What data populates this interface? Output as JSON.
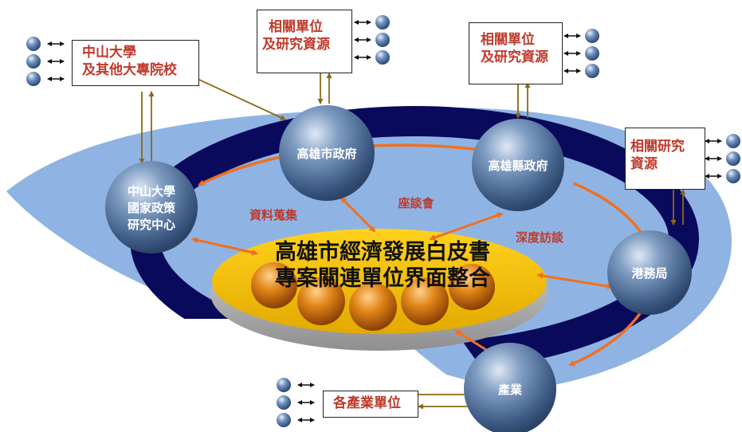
{
  "nodes": {
    "nsysu_center": [
      "中山大學",
      "國家政策",
      "研究中心"
    ],
    "kaohsiung_city": "高雄市政府",
    "kaohsiung_county": "高雄縣政府",
    "port_bureau": "港務局",
    "industry": "產業"
  },
  "center": {
    "line1": "高雄市經濟發展白皮書",
    "line2": "專案關連單位界面整合"
  },
  "flows": {
    "data_collection": "資料蒐集",
    "forum": "座談會",
    "in_depth_interview": "深度訪談"
  },
  "boxes": {
    "nsysu_schools": [
      "中山大學",
      "及其他大專院校"
    ],
    "related_units_1": [
      "相關單位",
      "及研究資源"
    ],
    "related_units_2": [
      "相關單位",
      "及研究資源"
    ],
    "related_research": [
      "相關研究",
      "資源"
    ],
    "industry_units": [
      "各產業單位"
    ]
  },
  "colors": {
    "outer_disc": "#8fb4e3",
    "ring": "#0a0a5c",
    "sphere": "#4a6a96",
    "sphere_highlight": "#c9d8ea",
    "center_disc": "#f0c400",
    "center_text": "#111111",
    "arrow_orange": "#f07020",
    "connector_brown": "#8b6914",
    "label_red": "#c0392b"
  }
}
